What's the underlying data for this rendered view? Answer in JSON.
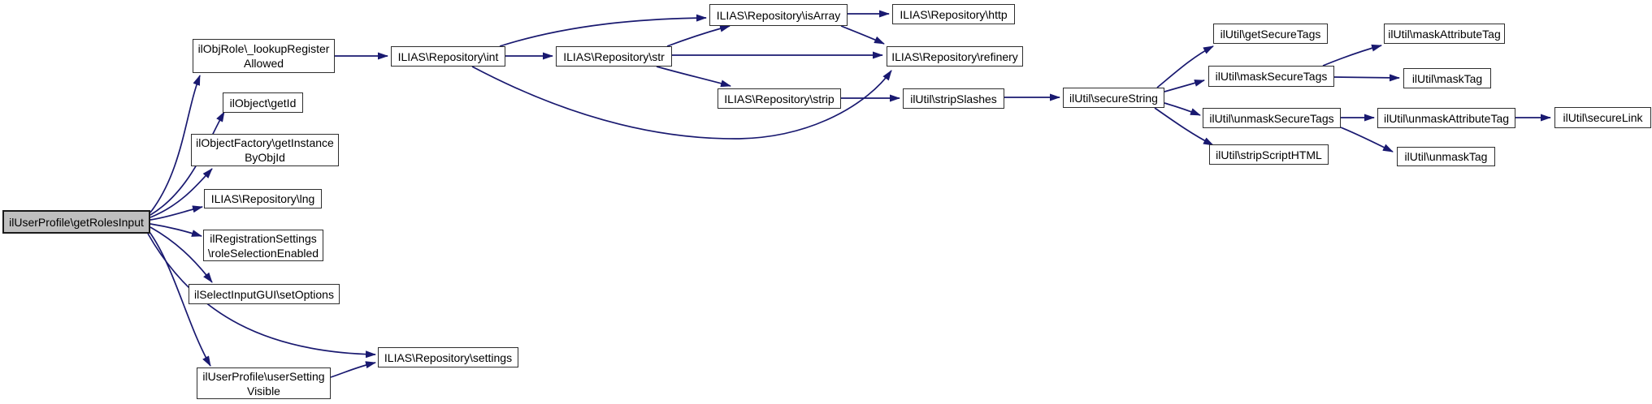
{
  "diagram": {
    "type": "call-graph",
    "colors": {
      "edge": "#191970",
      "node_fill": "#ffffff",
      "node_border": "#2e2e2e",
      "main_node_fill": "#bfbfbf",
      "text": "#000000"
    }
  },
  "nodes": [
    {
      "id": "getRolesInput",
      "label": "ilUserProfile\\getRolesInput"
    },
    {
      "id": "lookupRegisterAllowed",
      "label": "ilObjRole\\_lookupRegister\nAllowed"
    },
    {
      "id": "getId",
      "label": "ilObject\\getId"
    },
    {
      "id": "getInstanceByObjId",
      "label": "ilObjectFactory\\getInstance\nByObjId"
    },
    {
      "id": "lng",
      "label": "ILIAS\\Repository\\lng"
    },
    {
      "id": "roleSelectionEnabled",
      "label": "ilRegistrationSettings\n\\roleSelectionEnabled"
    },
    {
      "id": "setOptions",
      "label": "ilSelectInputGUI\\setOptions"
    },
    {
      "id": "userSettingVisible",
      "label": "ilUserProfile\\userSetting\nVisible"
    },
    {
      "id": "settings",
      "label": "ILIAS\\Repository\\settings"
    },
    {
      "id": "int",
      "label": "ILIAS\\Repository\\int"
    },
    {
      "id": "str",
      "label": "ILIAS\\Repository\\str"
    },
    {
      "id": "isArray",
      "label": "ILIAS\\Repository\\isArray"
    },
    {
      "id": "http",
      "label": "ILIAS\\Repository\\http"
    },
    {
      "id": "refinery",
      "label": "ILIAS\\Repository\\refinery"
    },
    {
      "id": "strip",
      "label": "ILIAS\\Repository\\strip"
    },
    {
      "id": "stripSlashes",
      "label": "ilUtil\\stripSlashes"
    },
    {
      "id": "secureString",
      "label": "ilUtil\\secureString"
    },
    {
      "id": "getSecureTags",
      "label": "ilUtil\\getSecureTags"
    },
    {
      "id": "maskAttributeTag",
      "label": "ilUtil\\maskAttributeTag"
    },
    {
      "id": "maskSecureTags",
      "label": "ilUtil\\maskSecureTags"
    },
    {
      "id": "maskTag",
      "label": "ilUtil\\maskTag"
    },
    {
      "id": "unmaskSecureTags",
      "label": "ilUtil\\unmaskSecureTags"
    },
    {
      "id": "unmaskAttributeTag",
      "label": "ilUtil\\unmaskAttributeTag"
    },
    {
      "id": "secureLink",
      "label": "ilUtil\\secureLink"
    },
    {
      "id": "unmaskTag",
      "label": "ilUtil\\unmaskTag"
    },
    {
      "id": "stripScriptHTML",
      "label": "ilUtil\\stripScriptHTML"
    }
  ],
  "edges": [
    {
      "from": "getRolesInput",
      "to": "lookupRegisterAllowed"
    },
    {
      "from": "getRolesInput",
      "to": "getId"
    },
    {
      "from": "getRolesInput",
      "to": "getInstanceByObjId"
    },
    {
      "from": "getRolesInput",
      "to": "lng"
    },
    {
      "from": "getRolesInput",
      "to": "roleSelectionEnabled"
    },
    {
      "from": "getRolesInput",
      "to": "setOptions"
    },
    {
      "from": "getRolesInput",
      "to": "userSettingVisible"
    },
    {
      "from": "getRolesInput",
      "to": "settings"
    },
    {
      "from": "userSettingVisible",
      "to": "settings"
    },
    {
      "from": "lookupRegisterAllowed",
      "to": "int"
    },
    {
      "from": "int",
      "to": "str"
    },
    {
      "from": "int",
      "to": "isArray"
    },
    {
      "from": "int",
      "to": "refinery"
    },
    {
      "from": "str",
      "to": "isArray"
    },
    {
      "from": "str",
      "to": "refinery"
    },
    {
      "from": "str",
      "to": "strip"
    },
    {
      "from": "isArray",
      "to": "http"
    },
    {
      "from": "isArray",
      "to": "refinery"
    },
    {
      "from": "strip",
      "to": "stripSlashes"
    },
    {
      "from": "stripSlashes",
      "to": "secureString"
    },
    {
      "from": "secureString",
      "to": "getSecureTags"
    },
    {
      "from": "secureString",
      "to": "maskSecureTags"
    },
    {
      "from": "secureString",
      "to": "unmaskSecureTags"
    },
    {
      "from": "secureString",
      "to": "stripScriptHTML"
    },
    {
      "from": "maskSecureTags",
      "to": "maskAttributeTag"
    },
    {
      "from": "maskSecureTags",
      "to": "maskTag"
    },
    {
      "from": "unmaskSecureTags",
      "to": "unmaskAttributeTag"
    },
    {
      "from": "unmaskSecureTags",
      "to": "unmaskTag"
    },
    {
      "from": "unmaskAttributeTag",
      "to": "secureLink"
    }
  ]
}
